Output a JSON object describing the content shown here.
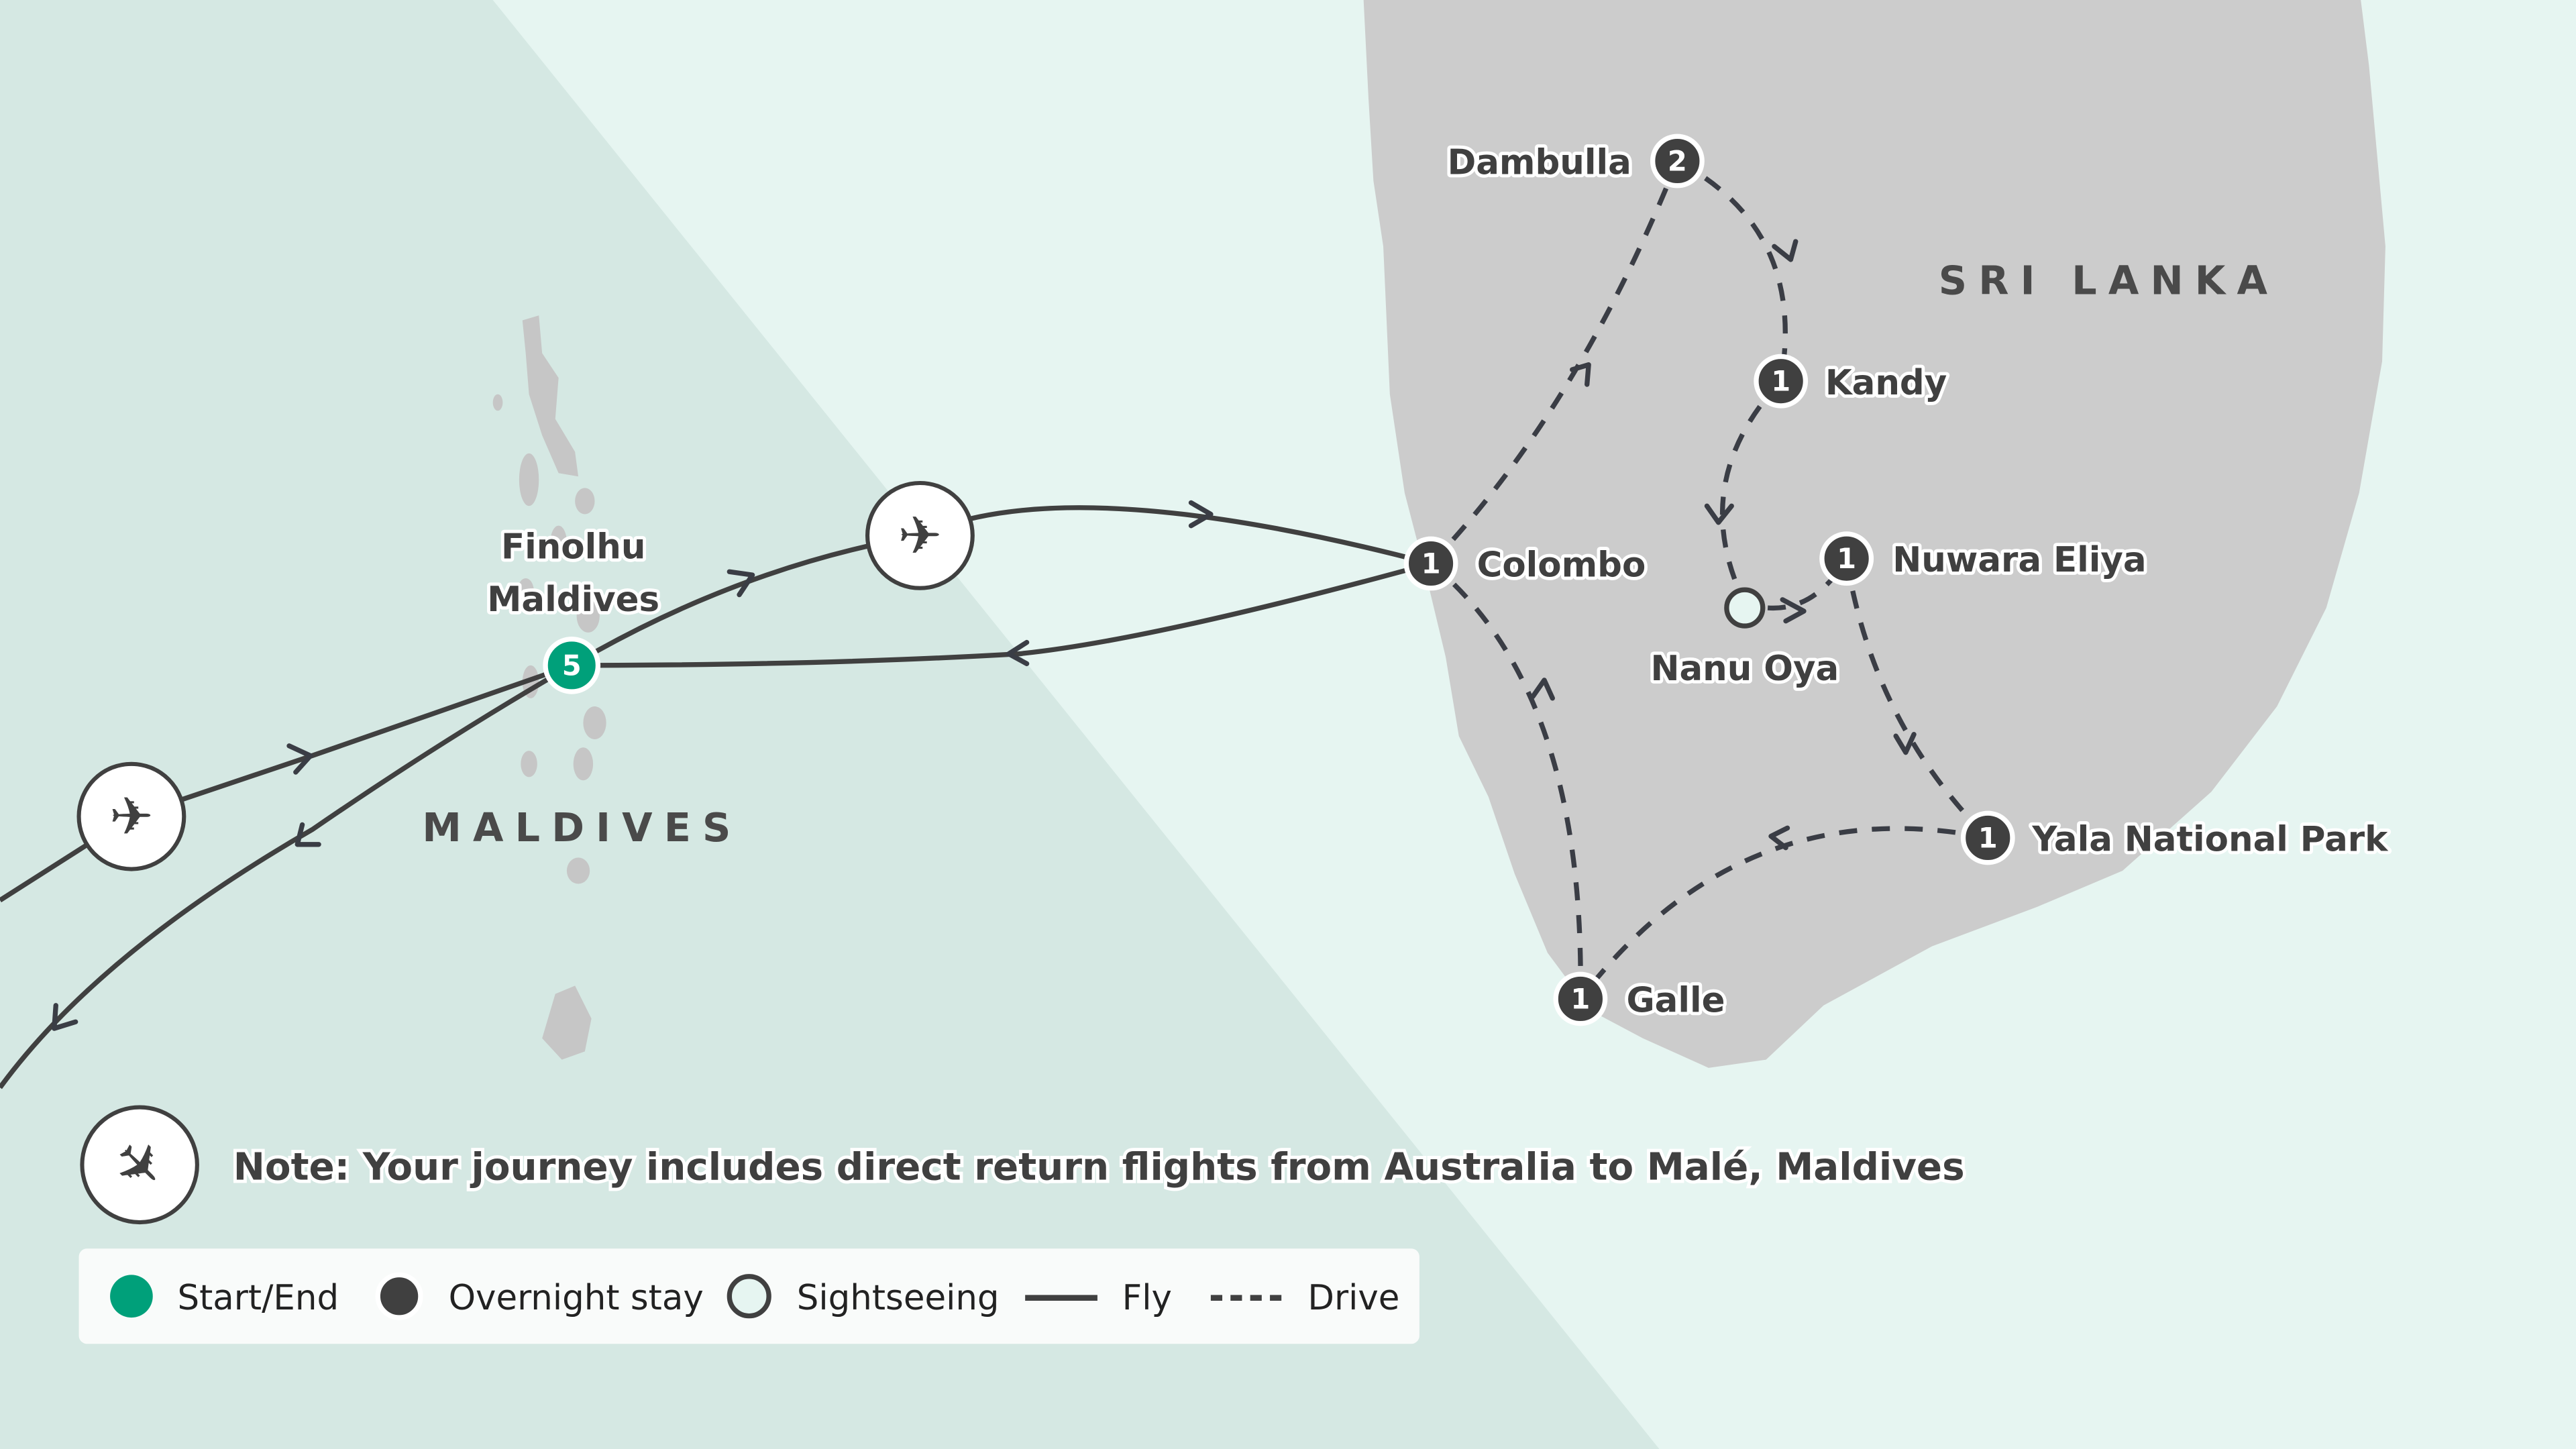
{
  "map": {
    "countries": [
      "SRI LANKA",
      "MALDIVES"
    ],
    "stops": [
      {
        "name": "Finolhu",
        "sub": "Maldives",
        "nights": "5",
        "type": "start-end"
      },
      {
        "name": "Colombo",
        "nights": "1",
        "type": "overnight"
      },
      {
        "name": "Dambulla",
        "nights": "2",
        "type": "overnight"
      },
      {
        "name": "Kandy",
        "nights": "1",
        "type": "overnight"
      },
      {
        "name": "Nanu Oya",
        "type": "sightseeing"
      },
      {
        "name": "Nuwara Eliya",
        "nights": "1",
        "type": "overnight"
      },
      {
        "name": "Yala National Park",
        "nights": "1",
        "type": "overnight"
      },
      {
        "name": "Galle",
        "nights": "1",
        "type": "overnight"
      }
    ],
    "note": "Note: Your journey includes direct return flights from Australia to Malé, Maldives"
  },
  "legend": {
    "start_end": "Start/End",
    "overnight": "Overnight stay",
    "sightseeing": "Sightseeing",
    "fly": "Fly",
    "drive": "Drive"
  },
  "colors": {
    "start": "#00a07a",
    "marker": "#404040",
    "land": "#cccccc",
    "sea": "#e6f5f1",
    "sea_dark": "#d5e8e3"
  }
}
